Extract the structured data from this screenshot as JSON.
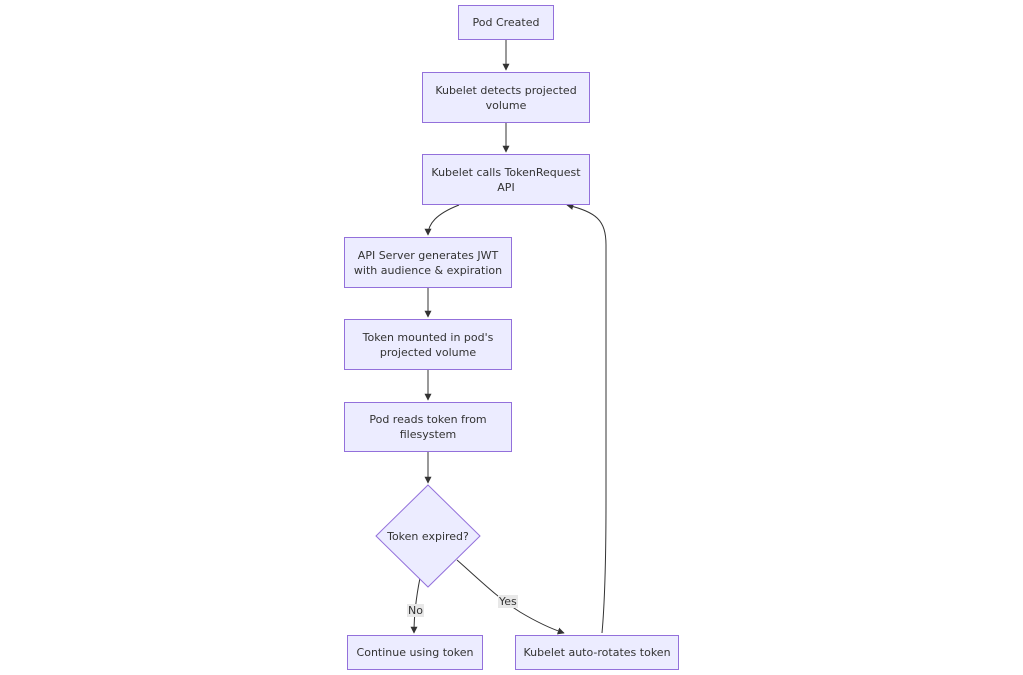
{
  "nodes": {
    "pod_created": "Pod Created",
    "kubelet_detects": "Kubelet detects projected\nvolume",
    "kubelet_calls": "Kubelet calls TokenRequest\nAPI",
    "api_server": "API Server generates JWT\nwith audience & expiration",
    "token_mounted": "Token mounted in pod's\nprojected volume",
    "pod_reads": "Pod reads token from\nfilesystem",
    "token_expired": "Token expired?",
    "continue_using": "Continue using token",
    "auto_rotates": "Kubelet auto-rotates token"
  },
  "edge_labels": {
    "no": "No",
    "yes": "Yes"
  },
  "colors": {
    "node_fill": "#ECECFF",
    "node_stroke": "#9370DB",
    "edge": "#333333",
    "label_bg": "#e8e8e8"
  }
}
